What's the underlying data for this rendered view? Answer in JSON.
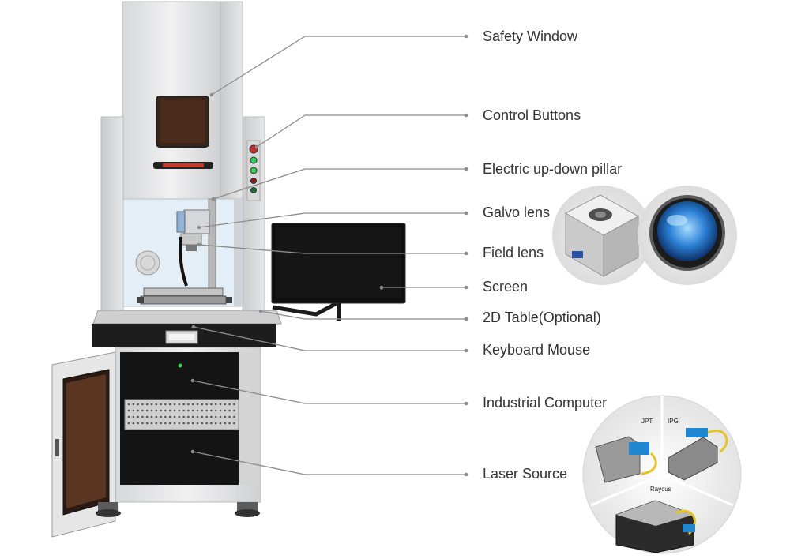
{
  "callouts": [
    {
      "id": "safety-window",
      "label": "Safety Window"
    },
    {
      "id": "control-buttons",
      "label": "Control Buttons"
    },
    {
      "id": "electric-pillar",
      "label": "Electric up-down pillar"
    },
    {
      "id": "galvo-lens",
      "label": "Galvo lens"
    },
    {
      "id": "field-lens",
      "label": "Field lens"
    },
    {
      "id": "screen",
      "label": "Screen"
    },
    {
      "id": "2d-table",
      "label": "2D Table(Optional)"
    },
    {
      "id": "keyboard-mouse",
      "label": "Keyboard Mouse"
    },
    {
      "id": "industrial-computer",
      "label": "Industrial Computer"
    },
    {
      "id": "laser-source",
      "label": "Laser Source"
    }
  ],
  "laser_brands": {
    "jpt": "JPT",
    "ipg": "IPG",
    "raycus": "Raycus"
  },
  "colors": {
    "leader": "#8c8c8c",
    "cabinet": "#e8e8e8",
    "dark": "#1c1c1c",
    "lens_blue": "#2a7fd4"
  }
}
